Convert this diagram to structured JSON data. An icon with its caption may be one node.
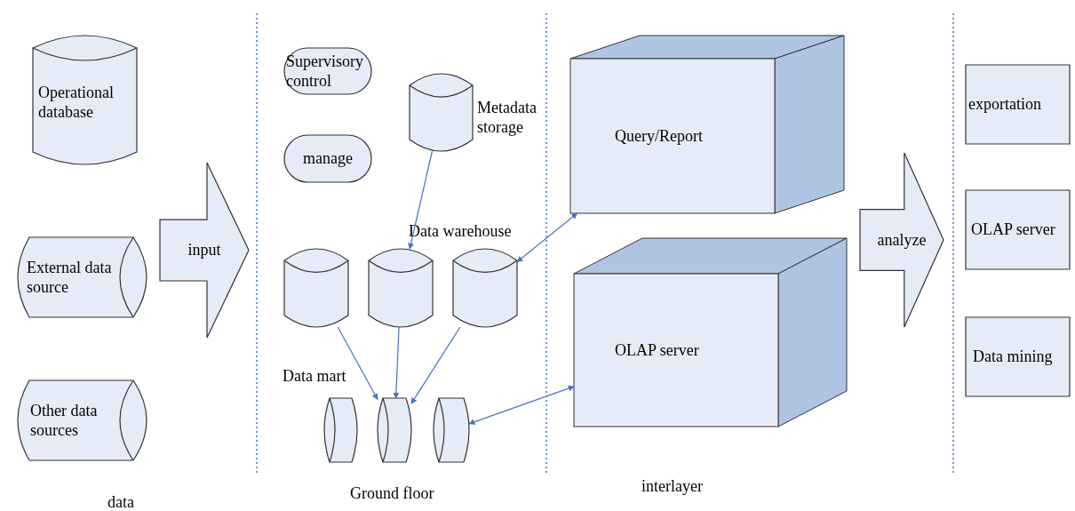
{
  "diagram": {
    "nodes": [
      {
        "text": [
          "Operational database"
        ]
      },
      {
        "text": [
          "External data source"
        ]
      },
      {
        "text": [
          "Other data sources"
        ]
      },
      {
        "text": [
          "input"
        ]
      },
      {
        "text": [
          "Supervisory control"
        ]
      },
      {
        "text": [
          "manage"
        ]
      },
      {
        "text": [],
        "shape": "cylinder",
        "beside": [
          "Metadata storage"
        ]
      },
      {
        "text": [],
        "shape": "cylinder"
      },
      {
        "text": [],
        "shape": "cylinder"
      },
      {
        "text": [],
        "shape": "cylinder"
      },
      {
        "text": [],
        "shape": "cylinder"
      },
      {
        "text": [],
        "shape": "cylinder"
      },
      {
        "text": [],
        "shape": "cylinder"
      },
      {
        "text": [
          "Query/Report"
        ]
      },
      {
        "text": [
          "OLAP server"
        ]
      },
      {
        "text": [
          "analyze"
        ]
      },
      {
        "text": [
          "exportation"
        ]
      },
      {
        "text": [
          "OLAP server"
        ]
      },
      {
        "text": [
          "Data mining"
        ]
      }
    ],
    "edges": [
      {
        "from": 6,
        "to": 8,
        "arrow": "to"
      },
      {
        "from": 9,
        "to": 13,
        "arrow": "both"
      },
      {
        "from": 7,
        "to": 11,
        "arrow": "to"
      },
      {
        "from": 8,
        "to": 11,
        "arrow": "to"
      },
      {
        "from": 9,
        "to": 11,
        "arrow": "to"
      },
      {
        "from": 12,
        "to": 14,
        "arrow": "both"
      }
    ],
    "labels": [
      "Data warehouse",
      "Data mart",
      "data",
      "Ground floor",
      "interlayer"
    ]
  }
}
